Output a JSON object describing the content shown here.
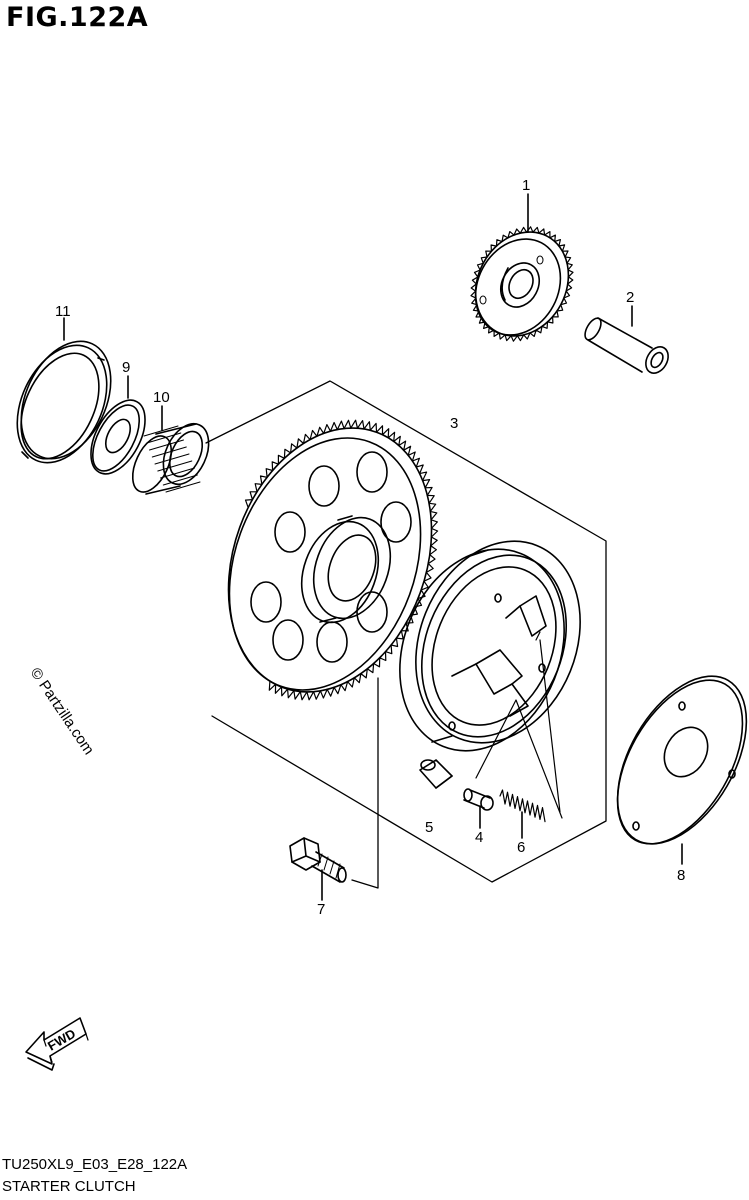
{
  "figure": {
    "title": "FIG.122A",
    "diagram_code": "TU250XL9_E03_E28_122A",
    "assembly_name": "STARTER CLUTCH"
  },
  "watermark": "© Partzilla.com",
  "fwd_label": "FWD",
  "callouts": [
    {
      "id": "c1",
      "label": "1"
    },
    {
      "id": "c2",
      "label": "2"
    },
    {
      "id": "c3",
      "label": "3"
    },
    {
      "id": "c4",
      "label": "4"
    },
    {
      "id": "c5",
      "label": "5"
    },
    {
      "id": "c6",
      "label": "6"
    },
    {
      "id": "c7",
      "label": "7"
    },
    {
      "id": "c8",
      "label": "8"
    },
    {
      "id": "c9",
      "label": "9"
    },
    {
      "id": "c10",
      "label": "10"
    },
    {
      "id": "c11",
      "label": "11"
    }
  ]
}
